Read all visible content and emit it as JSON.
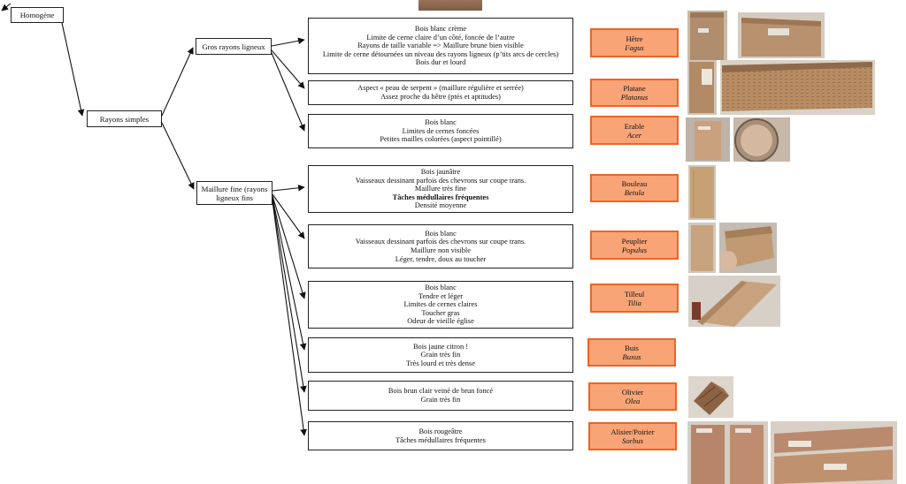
{
  "nodes": {
    "homogene": "Homogène",
    "rayons_simples": "Rayons simples",
    "gros_rayons": "Gros rayons ligneux",
    "maillure_fine": "Maillure fine (rayons ligneux fins"
  },
  "descriptions": [
    {
      "lines": [
        {
          "text": "Bois blanc crème"
        },
        {
          "text": "Limite de cerne claire d’un côté, foncée de l’autre"
        },
        {
          "text": "Rayons de taille variable => Maillure brune bien visible"
        },
        {
          "text": "Limite de cerne détournées un niveau des rayons ligneux (p’tits arcs de cercles)"
        },
        {
          "text": "Bois dur et lourd"
        }
      ]
    },
    {
      "lines": [
        {
          "text": "Aspect « peau de serpent » (maillure régulière et serrée)"
        },
        {
          "text": "Assez proche du hêtre (ptés et aptitudes)"
        }
      ]
    },
    {
      "lines": [
        {
          "text": "Bois blanc"
        },
        {
          "text": "Limites de cernes foncées"
        },
        {
          "text": "Petites mailles colorées (aspect pointillé)"
        }
      ]
    },
    {
      "lines": [
        {
          "text": "Bois jaunâtre"
        },
        {
          "text": "Vaisseaux dessinant parfois des chevrons sur coupe trans."
        },
        {
          "text": "Maillure très fine"
        },
        {
          "text": "Tâches médullaires fréquentes",
          "bold": true
        },
        {
          "text": "Densité moyenne"
        }
      ]
    },
    {
      "lines": [
        {
          "text": "Bois blanc"
        },
        {
          "text": "Vaisseaux dessinant parfois des chevrons sur coupe trans."
        },
        {
          "text": "Maillure non visible"
        },
        {
          "text": "Léger, tendre, doux au toucher"
        }
      ]
    },
    {
      "lines": [
        {
          "text": "Bois blanc"
        },
        {
          "text": "Tendre et léger"
        },
        {
          "text": "Limites de cernes claires"
        },
        {
          "text": "Toucher gras"
        },
        {
          "text": "Odeur de vieille église"
        }
      ]
    },
    {
      "lines": [
        {
          "text": "Bois jaune citron !"
        },
        {
          "text": "Grain très fin"
        },
        {
          "text": "Très lourd et très dense"
        }
      ]
    },
    {
      "lines": [
        {
          "text": "Bois brun clair veiné de brun foncé"
        },
        {
          "text": "Grain très fin"
        }
      ]
    },
    {
      "lines": [
        {
          "text": "Bois rougeâtre"
        },
        {
          "text": "Tâches médullaires fréquentes"
        }
      ]
    }
  ],
  "species": [
    {
      "common": "Hêtre",
      "latin": "Fagus"
    },
    {
      "common": "Platane",
      "latin": "Platanus"
    },
    {
      "common": "Erable",
      "latin": "Acer"
    },
    {
      "common": "Bouleau",
      "latin": "Betula"
    },
    {
      "common": "Peuplier",
      "latin": "Populus"
    },
    {
      "common": "Tilleul",
      "latin": "Tilia"
    },
    {
      "common": "Buis",
      "latin": "Buxus"
    },
    {
      "common": "Olivier",
      "latin": "Olea"
    },
    {
      "common": "Alisier/Poirier",
      "latin": "Sorbus"
    }
  ],
  "colors": {
    "species_fill": "#f8a476",
    "species_border": "#ee6422",
    "line": "#111111"
  }
}
